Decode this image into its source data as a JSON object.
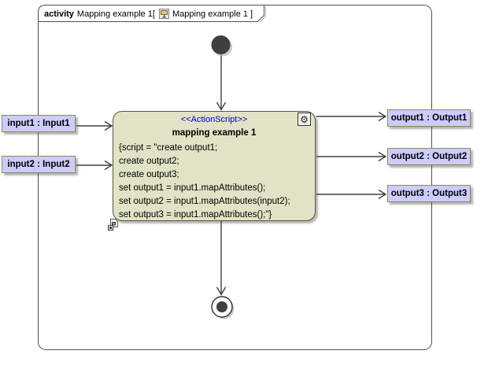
{
  "frame": {
    "keyword": "activity",
    "title": "Mapping example 1[",
    "diagram_ref": "Mapping example 1 ]",
    "icon": "activity-diagram-icon"
  },
  "action": {
    "stereotype": "<<ActionScript>>",
    "name": "mapping example 1",
    "script_lines": [
      "{script = \"create output1;",
      "create output2;",
      "create output3;",
      "set output1 = input1.mapAttributes();",
      "set output2 = input1.mapAttributes(input2);",
      "set output3 = input1.mapAttributes();\"}"
    ],
    "gear_icon": "settings-gear-icon",
    "badge_icon": "subdiagram-badge-icon"
  },
  "pins": {
    "inputs": [
      {
        "label": "input1 : Input1"
      },
      {
        "label": "input2 : Input2"
      }
    ],
    "outputs": [
      {
        "label": "output1 : Output1"
      },
      {
        "label": "output2 : Output2"
      },
      {
        "label": "output3 : Output3"
      }
    ]
  },
  "nodes": {
    "initial": "initial-node",
    "final": "activity-final-node"
  },
  "colors": {
    "action_fill": "#e2e2c6",
    "action_border": "#56564a",
    "pin_fill": "#ccccff",
    "pin_border": "#8a8a5a",
    "stereotype_text": "#0000c8",
    "edge": "#404040",
    "frame_border": "#4f4f4f",
    "node_fill": "#3f3f3f",
    "shadow": "#b0b0b0"
  }
}
